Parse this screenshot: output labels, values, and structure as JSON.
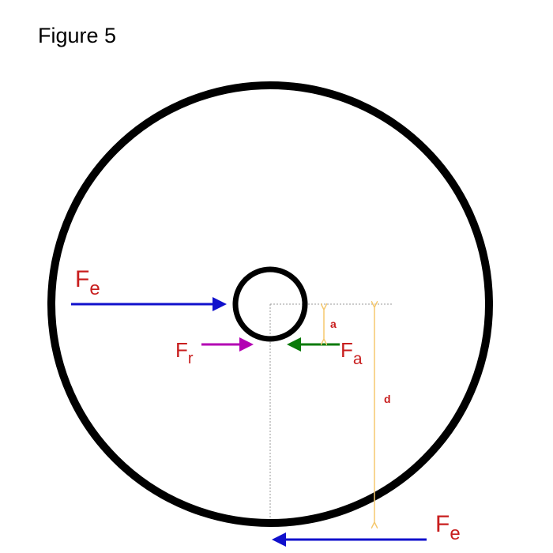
{
  "title": "Figure 5",
  "colors": {
    "wheel": "#000000",
    "external_force": "#1010cc",
    "friction_force": "#b300b3",
    "applied_force": "#0a7a0a",
    "dimension": "#f5c86e",
    "label": "#c81e1e",
    "guide": "#9a9a9a"
  },
  "labels": {
    "fe_left": {
      "main": "F",
      "sub": "e"
    },
    "fe_bottom": {
      "main": "F",
      "sub": "e"
    },
    "fr": {
      "main": "F",
      "sub": "r"
    },
    "fa": {
      "main": "F",
      "sub": "a"
    },
    "a": "a",
    "d": "d"
  }
}
